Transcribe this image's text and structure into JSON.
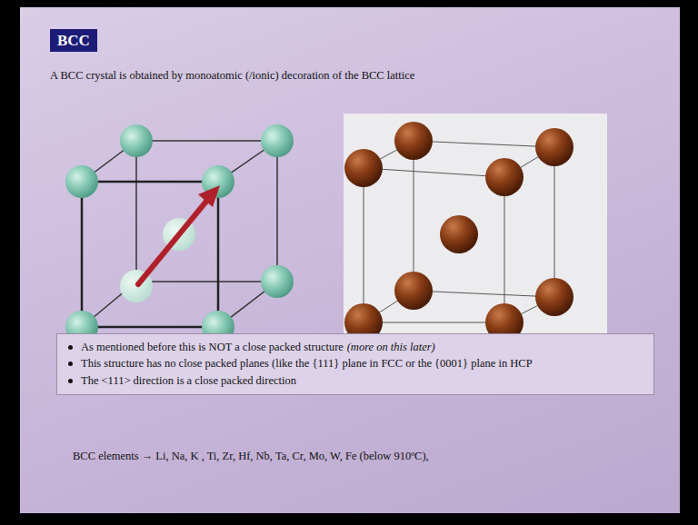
{
  "diagram": {
    "title": "BCC",
    "nodes": [
      {
        "text": [
          "As mentioned before this is NOT a close packed structure",
          "(more on this later)",
          "This structure has no close packed planes (like the {111} plane in FCC or the {0001} plane in HCP",
          "The <111> direction is a close packed direction"
        ]
      }
    ],
    "labels": [
      "A BCC crystal is obtained by monoatomic (/ionic) decoration of the BCC lattice",
      "BCC elements → Li, Na, K , Ti, Zr, Hf, Nb, Ta, Cr, Mo, W, Fe (below 910ºC),"
    ]
  }
}
